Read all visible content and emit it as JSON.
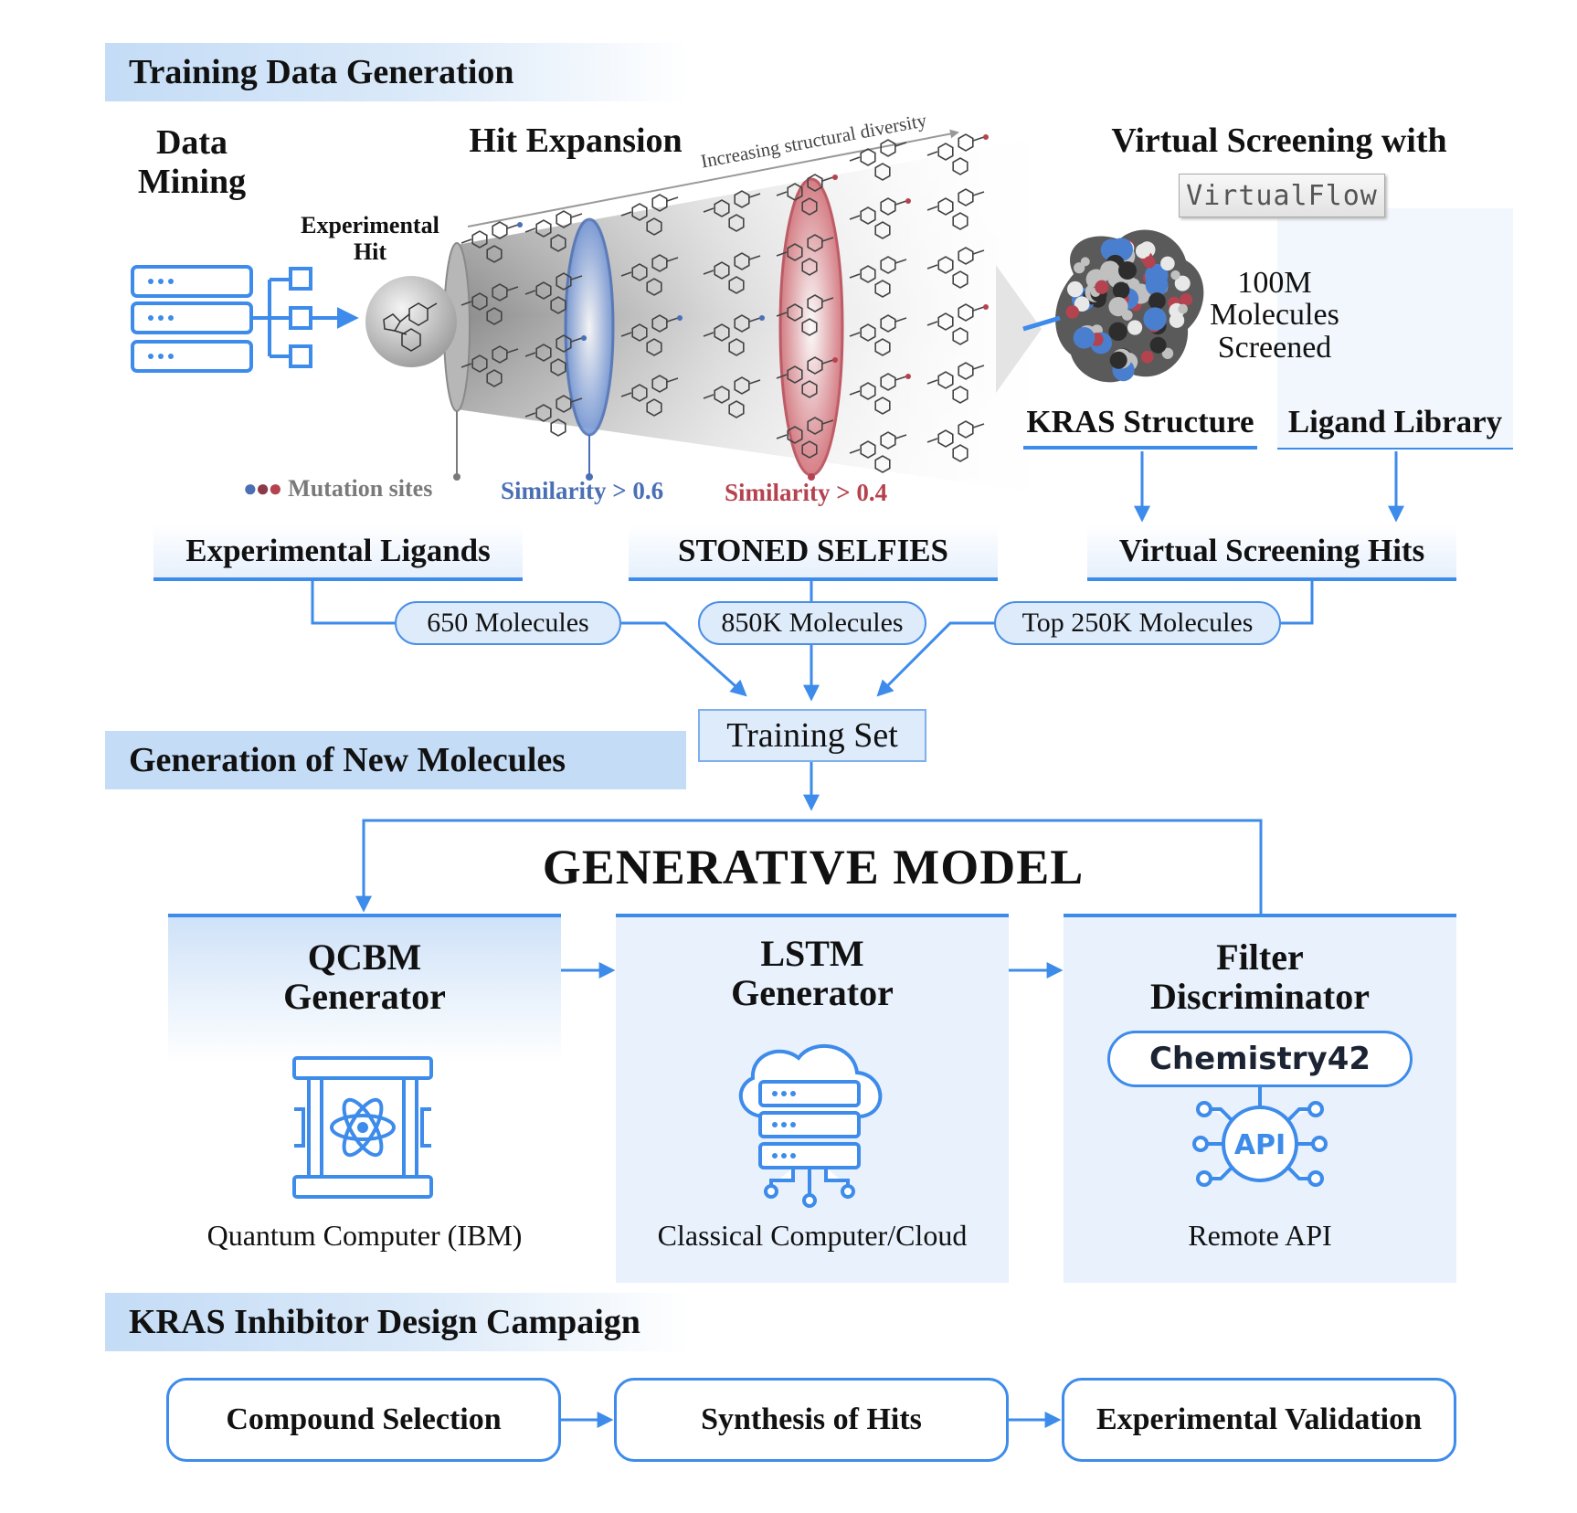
{
  "sections": {
    "training": "Training Data Generation",
    "generation": "Generation of New Molecules",
    "campaign": "KRAS Inhibitor Design Campaign"
  },
  "data_mining": {
    "title": "Data\nMining",
    "hit_label": "Experimental\nHit"
  },
  "hit_expansion": {
    "title": "Hit Expansion",
    "diversity_label": "Increasing structural diversity",
    "mutation_label": "Mutation sites",
    "sim1": "Similarity > 0.6",
    "sim2": "Similarity > 0.4"
  },
  "virtual_screening": {
    "title": "Virtual Screening with",
    "logo": "VirtualFlow",
    "count": "100M\nMolecules\nScreened",
    "structure_label": "KRAS Structure",
    "library_label": "Ligand Library"
  },
  "sources": {
    "experimental": "Experimental Ligands",
    "stoned": "STONED SELFIES",
    "vs_hits": "Virtual Screening Hits"
  },
  "counts": {
    "experimental": "650 Molecules",
    "stoned": "850K Molecules",
    "vs_hits": "Top 250K Molecules"
  },
  "training_set": "Training Set",
  "generative_model": {
    "title": "GENERATIVE MODEL",
    "qcbm": {
      "title": "QCBM\nGenerator",
      "caption": "Quantum Computer (IBM)"
    },
    "lstm": {
      "title": "LSTM\nGenerator",
      "caption": "Classical Computer/Cloud"
    },
    "filter": {
      "title": "Filter\nDiscriminator",
      "caption": "Remote API",
      "logo": "Chemistry42",
      "api": "API"
    }
  },
  "campaign_steps": [
    "Compound Selection",
    "Synthesis of Hits",
    "Experimental Validation"
  ],
  "colors": {
    "accent": "#3d8bea",
    "light": "#deebfb",
    "sim1": "#4a6fb5",
    "sim2": "#b5434f"
  }
}
